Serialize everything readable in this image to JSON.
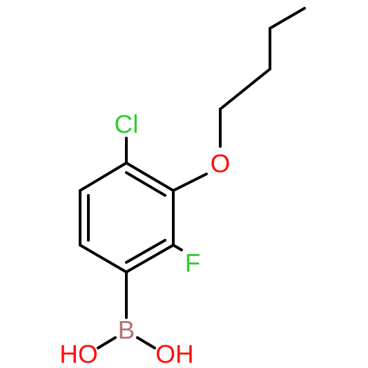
{
  "molecule": {
    "atoms": {
      "cl": {
        "symbol": "Cl",
        "color": "#33cc33"
      },
      "o": {
        "symbol": "O",
        "color": "#ff0d0d"
      },
      "f": {
        "symbol": "F",
        "color": "#33cc33"
      },
      "b": {
        "symbol": "B",
        "color": "#b5726e"
      },
      "oh_left": {
        "symbol": "HO",
        "color": "#ff0d0d"
      },
      "oh_right": {
        "symbol": "OH",
        "color": "#ff0d0d"
      }
    },
    "bond_color": "#000000",
    "background": "#ffffff"
  }
}
